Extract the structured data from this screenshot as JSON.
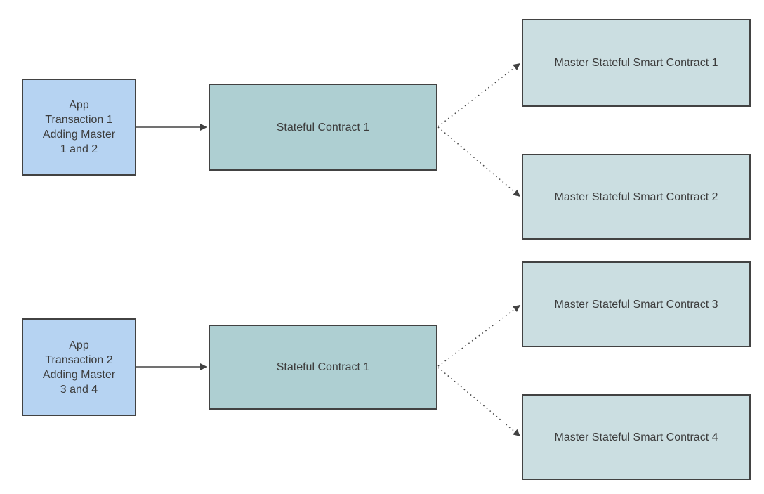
{
  "diagram": {
    "background_color": "#ffffff",
    "colors": {
      "app_transaction_fill": "#b6d3f2",
      "stateful_contract_fill": "#aecfd2",
      "master_contract_fill": "#cbdee1",
      "border_color": "#424242",
      "edge_color": "#424242",
      "text_color": "#3c3c3c"
    },
    "nodes": {
      "app1": {
        "type": "app-transaction",
        "label": "App\nTransaction 1\nAdding Master\n1 and 2"
      },
      "app2": {
        "type": "app-transaction",
        "label": "App\nTransaction 2\nAdding Master\n3 and 4"
      },
      "stateful1": {
        "type": "stateful-contract",
        "label": "Stateful Contract 1"
      },
      "stateful2": {
        "type": "stateful-contract",
        "label": "Stateful Contract 1"
      },
      "master1": {
        "type": "master-contract",
        "label": "Master Stateful Smart Contract 1"
      },
      "master2": {
        "type": "master-contract",
        "label": "Master Stateful Smart Contract 2"
      },
      "master3": {
        "type": "master-contract",
        "label": "Master Stateful Smart Contract 3"
      },
      "master4": {
        "type": "master-contract",
        "label": "Master Stateful Smart Contract 4"
      }
    },
    "edges": [
      {
        "from": "app1",
        "to": "stateful1",
        "style": "solid-arrow"
      },
      {
        "from": "app2",
        "to": "stateful2",
        "style": "solid-arrow"
      },
      {
        "from": "stateful1",
        "to": "master1",
        "style": "dotted-arrow"
      },
      {
        "from": "stateful1",
        "to": "master2",
        "style": "dotted-arrow"
      },
      {
        "from": "stateful2",
        "to": "master3",
        "style": "dotted-arrow"
      },
      {
        "from": "stateful2",
        "to": "master4",
        "style": "dotted-arrow"
      }
    ]
  }
}
